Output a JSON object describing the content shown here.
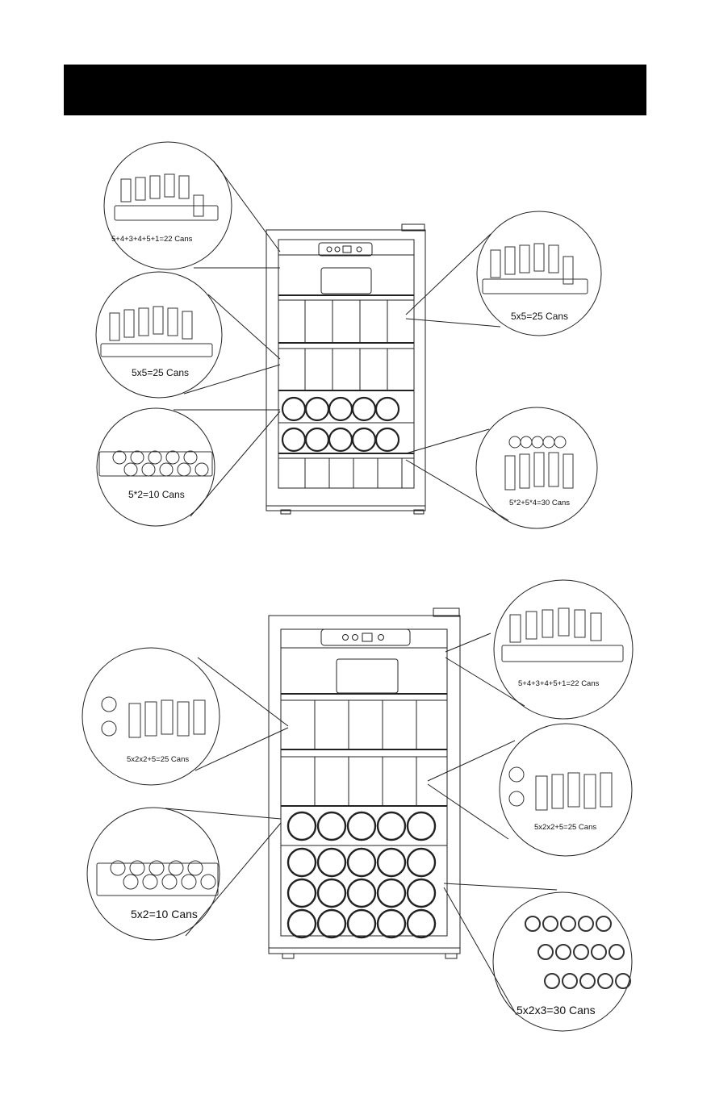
{
  "section_upper": {
    "callouts": [
      {
        "caption": "5+4+3+4+5+1=22 Cans"
      },
      {
        "caption": "5x5=25 Cans"
      },
      {
        "caption": "5*2=10 Cans"
      },
      {
        "caption": "5x5=25 Cans"
      },
      {
        "caption": "5*2+5*4=30 Cans"
      }
    ]
  },
  "section_lower": {
    "callouts": [
      {
        "caption": "5+4+3+4+5+1=22 Cans"
      },
      {
        "caption": "5x2x2+5=25 Cans"
      },
      {
        "caption": "5x2x2+5=25 Cans"
      },
      {
        "caption": "5x2=10 Cans"
      },
      {
        "caption": "5x2x3=30 Cans"
      }
    ]
  }
}
